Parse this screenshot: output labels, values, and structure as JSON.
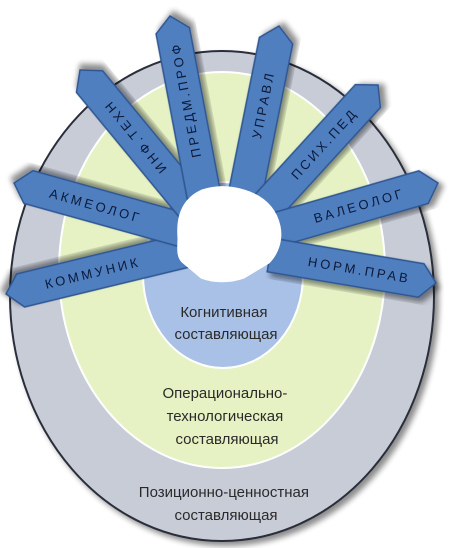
{
  "diagram": {
    "rings": {
      "outer": {
        "lines": [
          "Позиционно-ценностная",
          "составляющая"
        ],
        "fill": "#c8ccd7",
        "stroke": "#2a2f3a"
      },
      "middle": {
        "lines": [
          "Операционально-",
          "технологическая",
          "составляющая"
        ],
        "fill": "#e6f2c4",
        "stroke": "#ffffff"
      },
      "inner": {
        "lines": [
          "Когнитивная",
          "составляющая"
        ],
        "fill": "#a9c1e6",
        "stroke": "#ffffff"
      }
    },
    "arrows": [
      {
        "id": "kommunik",
        "label": "КОММУНИК"
      },
      {
        "id": "akmeolog",
        "label": "АКМЕОЛОГ"
      },
      {
        "id": "inf-tekhn",
        "label": "ИНФ.ТЕХН"
      },
      {
        "id": "predm-prof",
        "label": "ПРЕДМ.ПРОФ"
      },
      {
        "id": "upravl",
        "label": "УПРАВЛ"
      },
      {
        "id": "psikh-ped",
        "label": "ПСИХ.ПЕД"
      },
      {
        "id": "valeolog",
        "label": "ВАЛЕОЛОГ"
      },
      {
        "id": "norm-prav",
        "label": "НОРМ.ПРАВ"
      }
    ],
    "colors": {
      "arrow_fill": "#4f7fbf",
      "arrow_stroke": "#2f5590",
      "hub_fill": "#ffffff"
    }
  }
}
